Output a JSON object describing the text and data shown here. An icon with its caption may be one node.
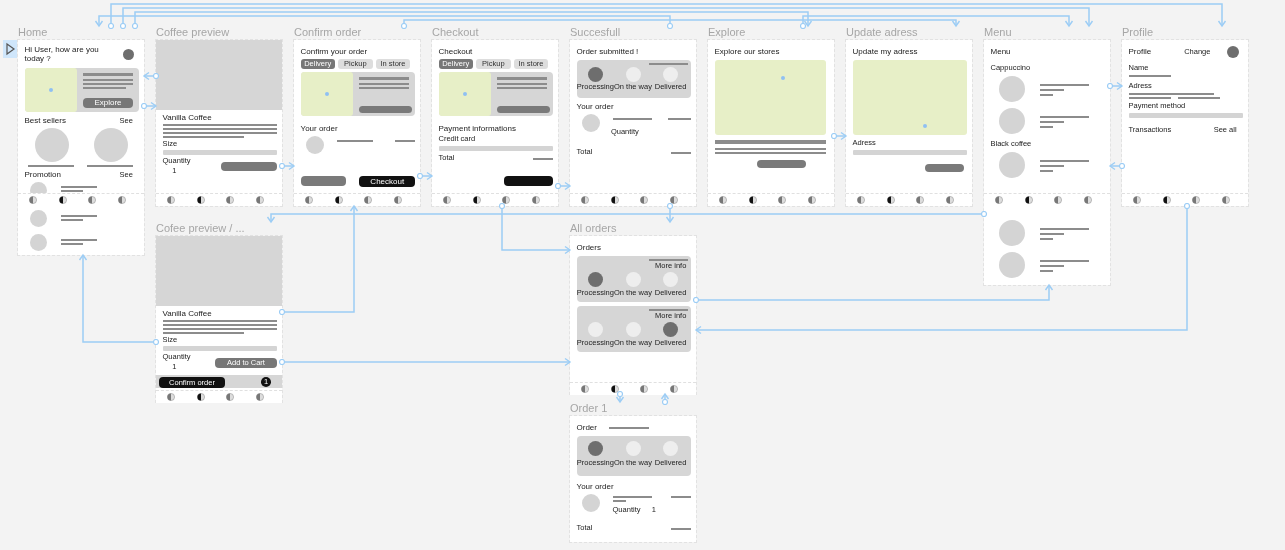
{
  "diagram": {
    "nodes": [
      {
        "text": [
          "Home"
        ]
      },
      {
        "text": [
          "Coffee preview"
        ]
      },
      {
        "text": [
          "Confirm order"
        ]
      },
      {
        "text": [
          "Checkout"
        ]
      },
      {
        "text": [
          "Succesfull"
        ]
      },
      {
        "text": [
          "Explore"
        ]
      },
      {
        "text": [
          "Update adress"
        ]
      },
      {
        "text": [
          "Menu"
        ]
      },
      {
        "text": [
          "Profile"
        ]
      },
      {
        "text": [
          "Cofee preview / ..."
        ]
      },
      {
        "text": [
          "All orders"
        ]
      },
      {
        "text": [
          "Order 1"
        ]
      }
    ],
    "edges": [
      {
        "from": 0,
        "to": 8,
        "arrow": "to"
      },
      {
        "from": 0,
        "to": 5,
        "arrow": "to"
      },
      {
        "from": 0,
        "to": 1,
        "arrow": "to"
      },
      {
        "from": 0,
        "to": 7,
        "arrow": "to"
      },
      {
        "from": 1,
        "to": 2,
        "arrow": "to"
      },
      {
        "from": 1,
        "to": 0,
        "arrow": "to"
      },
      {
        "from": 2,
        "to": 3,
        "arrow": "to"
      },
      {
        "from": 2,
        "to": 6,
        "arrow": "to"
      },
      {
        "from": 3,
        "to": 4,
        "arrow": "to"
      },
      {
        "from": 4,
        "to": 10,
        "arrow": "to"
      },
      {
        "from": 4,
        "to": 0,
        "arrow": "to"
      },
      {
        "from": 5,
        "to": 7,
        "arrow": "to"
      },
      {
        "from": 5,
        "to": 6,
        "arrow": "to"
      },
      {
        "from": 7,
        "to": 9,
        "arrow": "to"
      },
      {
        "from": 7,
        "to": 8,
        "arrow": "to"
      },
      {
        "from": 8,
        "to": 7,
        "arrow": "to"
      },
      {
        "from": 8,
        "to": 10,
        "arrow": "to"
      },
      {
        "from": 9,
        "to": 2,
        "arrow": "to"
      },
      {
        "from": 9,
        "to": 0,
        "arrow": "to"
      },
      {
        "from": 9,
        "to": 10,
        "arrow": "to"
      },
      {
        "from": 10,
        "to": 11,
        "arrow": "to"
      },
      {
        "from": 11,
        "to": 10,
        "arrow": "to"
      },
      {
        "from": 10,
        "to": 7,
        "arrow": "to"
      },
      {
        "from": 3,
        "to": 10,
        "arrow": "to"
      }
    ],
    "labels": [
      "Hi User, how are you today ?",
      "Explore",
      "Best sellers",
      "See",
      "Promotion",
      "See",
      "Vanilla Coffee",
      "Size",
      "Quantity",
      "1",
      "Confirm your order",
      "Delivery",
      "Pickup",
      "In store",
      "Your order",
      "Checkout",
      "Checkout",
      "Delivery",
      "Pickup",
      "In store",
      "Payment informations",
      "Credit card",
      "Total",
      "Order submitted !",
      "Processing",
      "On the way",
      "Delivered",
      "Your order",
      "Quantity",
      "Total",
      "Explore our stores",
      "Update my adress",
      "Adress",
      "Menu",
      "Cappuccino",
      "Black coffee",
      "Profile",
      "Change",
      "Name",
      "Adress",
      "Payment method",
      "Transactions",
      "See all",
      "Vanilla Coffee",
      "Size",
      "Quantity",
      "1",
      "Add to Cart",
      "Confirm order",
      "1",
      "Orders",
      "More info",
      "Processing",
      "On the way",
      "Delivered",
      "More info",
      "Processing",
      "On the way",
      "Delivered",
      "Order",
      "Processing",
      "On the way",
      "Delivered",
      "Your order",
      "Quantity",
      "1",
      "Total"
    ]
  }
}
